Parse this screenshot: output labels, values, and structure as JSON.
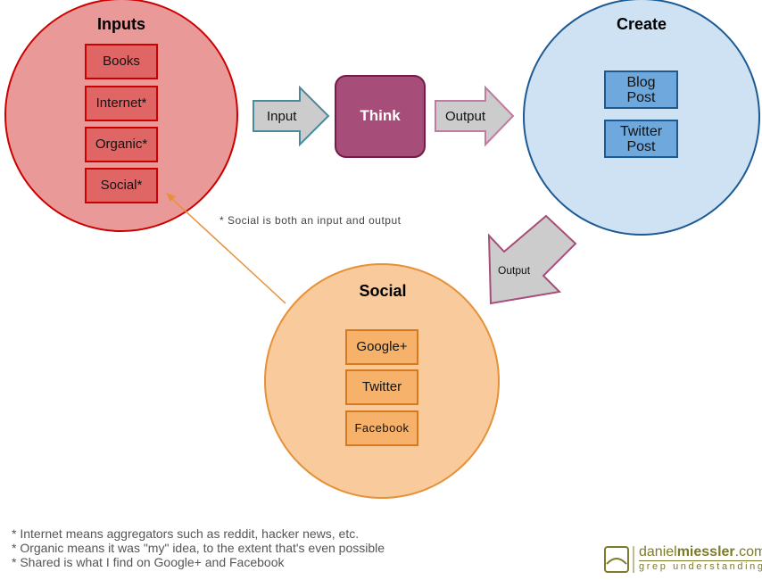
{
  "inputs": {
    "title": "Inputs",
    "items": [
      "Books",
      "Internet*",
      "Organic*",
      "Social*"
    ],
    "colors": {
      "fill": "#ea9999",
      "stroke": "#cc0000",
      "box_fill": "#e06666"
    }
  },
  "process": {
    "input_arrow_label": "Input",
    "think_label": "Think",
    "output_arrow_label": "Output",
    "think_color": "#a64d79"
  },
  "create": {
    "title": "Create",
    "items": [
      [
        "Blog",
        "Post"
      ],
      [
        "Twitter",
        "Post"
      ]
    ],
    "colors": {
      "fill": "#cfe2f3",
      "stroke": "#1c5a94",
      "box_fill": "#6fa8dc"
    }
  },
  "social": {
    "title": "Social",
    "items": [
      "Google+",
      "Twitter",
      "Facebook"
    ],
    "colors": {
      "fill": "#f9cb9c",
      "stroke": "#e69138",
      "box_fill": "#f6b26b"
    }
  },
  "diagonal_arrow_label": "Output",
  "social_note": "* Social is both an input and output",
  "footnotes": [
    "* Internet means aggregators such as reddit, hacker news, etc.",
    "* Organic means it was \"my\" idea, to the extent that's even possible",
    "* Shared is what I find on Google+ and Facebook"
  ],
  "branding": {
    "name_light": "daniel",
    "name_bold": "miessler",
    "domain": ".com",
    "tagline": "grep understanding",
    "color": "#7d7a2a"
  }
}
